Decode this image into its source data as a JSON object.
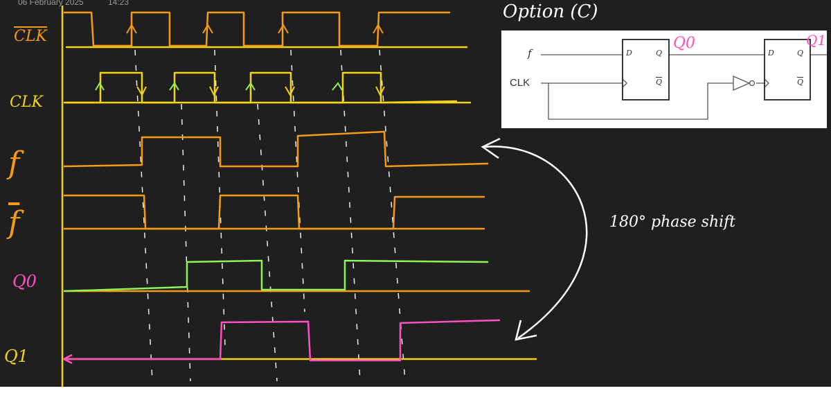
{
  "header": {
    "date": "06 February 2025",
    "time": "14:23"
  },
  "signals": [
    {
      "label": "CLK",
      "overline": true,
      "color": "#f59a16"
    },
    {
      "label": "CLK",
      "overline": false,
      "color": "#f5d316"
    },
    {
      "label": "f",
      "overline": false,
      "color": "#f59a16"
    },
    {
      "label": "f",
      "overline": true,
      "color": "#f59a16"
    },
    {
      "label": "Q0",
      "overline": false,
      "color": "#ff4fc0"
    },
    {
      "label": "Q1",
      "overline": false,
      "color": "#f5d316"
    }
  ],
  "annotation": {
    "text": "180° phase shift"
  },
  "circuit": {
    "title": "Option (C)",
    "input_f": "f",
    "input_clk": "CLK",
    "ff_d": "D",
    "ff_q": "Q",
    "ff_qbar": "Q",
    "q0_label": "Q0",
    "q1_label": "Q1"
  },
  "colors": {
    "background": "#1f1f1f",
    "orange": "#f59a16",
    "yellow": "#f5d316",
    "green": "#8ef25a",
    "pink": "#ff4fc0",
    "white": "#ffffff"
  }
}
